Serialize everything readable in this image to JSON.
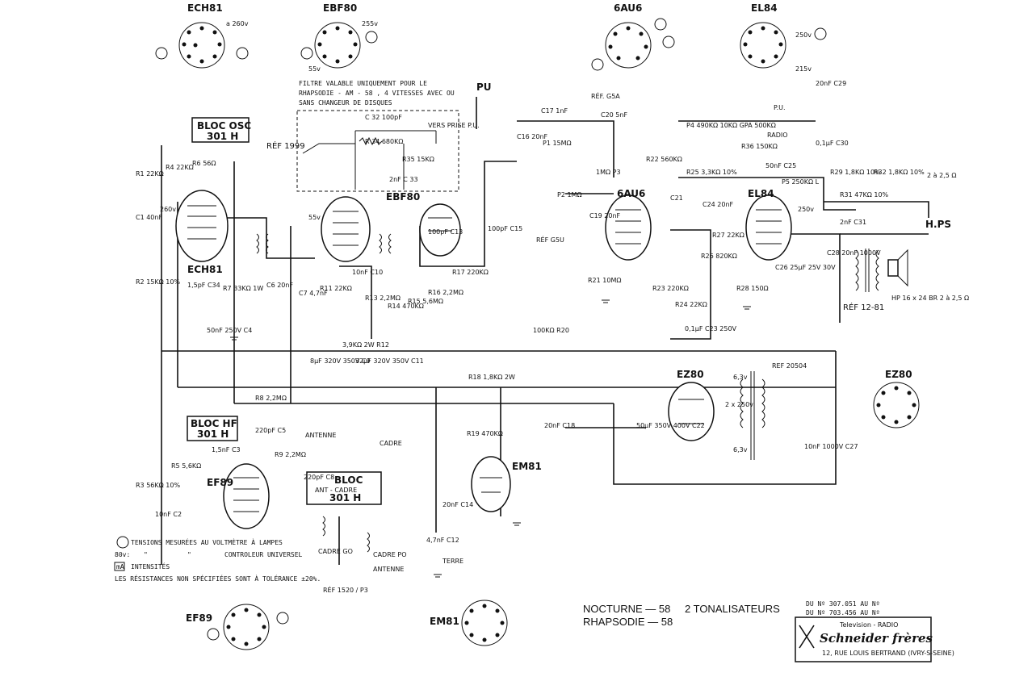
{
  "tubes": {
    "ech81": "ECH81",
    "ebf80": "EBF80",
    "au6": "6AU6",
    "el84": "EL84",
    "ez80": "EZ80",
    "ef89": "EF89",
    "em81": "EM81"
  },
  "blocks": {
    "bloc_osc_1": "BLOC OSC",
    "bloc_osc_2": "301 H",
    "bloc_hf_1": "BLOC HF",
    "bloc_hf_2": "301 H",
    "bloc_ant_1": "BLOC",
    "bloc_ant_2": "ANT - CADRE",
    "bloc_ant_3": "301 H"
  },
  "filter_note": [
    "FILTRE VALABLE UNIQUEMENT POUR LE",
    "RHAPSODIE - AM - 58 , 4 VITESSES AVEC OU",
    "SANS CHANGEUR DE DISQUES"
  ],
  "labels": {
    "pu": "PU",
    "pu2": "P.U.",
    "radio": "RADIO",
    "ref_1999": "RÉF 1999",
    "ref_12_81": "RÉF 12-81",
    "ref_20504": "REF 20504",
    "ref_1520": "RÉF 1520 / P3",
    "ref_g5a": "RÉF. G5A",
    "ref_g5u": "RÉF G5U",
    "antenne": "ANTENNE",
    "cadre": "CADRE",
    "terre": "TERRE",
    "antenne2": "ANTENNE",
    "cadre_go": "CADRE GO",
    "cadre_po": "CADRE PO",
    "vers_prise": "VERS PRISE P.U.",
    "hps": "H.PS",
    "hp": "HP 16 x 24 BR 2 à 2,5 Ω",
    "hp_imp": "2 à 2,5 Ω",
    "voltage_260": "260v",
    "voltage_250": "250v",
    "voltage_55": "55v",
    "heater_63a": "6,3v",
    "heater_63b": "6,3v",
    "xformer": "2 x 250v"
  },
  "components": {
    "r1": "R1 22KΩ",
    "r2": "R2 15KΩ 10%",
    "r3": "R3 56KΩ 10%",
    "r4": "R4 22KΩ",
    "r5": "R5 5,6KΩ",
    "r6": "R6 56Ω",
    "r7": "R7 33KΩ 1W",
    "r8": "R8 2,2MΩ",
    "r9": "R9 2,2MΩ",
    "r11": "R11 22KΩ",
    "r13": "R13 2,2MΩ",
    "r14": "R14 470KΩ",
    "r15": "R15 5,6MΩ",
    "r16": "R16 2,2MΩ",
    "r17": "R17 220KΩ",
    "r18": "R18 1,8KΩ 2W",
    "r19": "R19 470KΩ",
    "r20": "100KΩ R20",
    "r21": "R21 10MΩ",
    "r22": "R22 560KΩ",
    "r23": "R23 220KΩ",
    "r24": "R24 22KΩ",
    "r25": "R25 3,3KΩ 10%",
    "r26": "R26 820KΩ",
    "r27": "R27 22KΩ",
    "r28": "R28 150Ω",
    "r29": "R29 1,8KΩ 10%",
    "r31": "R31 47KΩ 10%",
    "r32": "R32 1,8KΩ 10%",
    "r34": "R 34 680KΩ",
    "r35": "R35 15KΩ",
    "r36": "R36 150KΩ",
    "p1": "P1 15MΩ",
    "p2": "P2 1MΩ",
    "p3": "1MΩ P3",
    "p4": "P4 490KΩ 10KΩ GPA 500KΩ",
    "p5": "P5 250KΩ L",
    "r12": "3,9KΩ 2W R12",
    "c1": "C1 40nF",
    "c3": "1,5nF C3",
    "c4": "50nF 250V C4",
    "c5": "220pF C5",
    "c6": "C6 20nF",
    "c7": "C7 4,7nF",
    "c8": "220pF C8",
    "c9": "8µF 320V 350V C9",
    "c10": "10nF C10",
    "c11": "32µF 320V 350V C11",
    "c12": "4,7nF C12",
    "c13": "100pF C13",
    "c14": "20nF C14",
    "c15": "100pF C15",
    "c16": "C16 20nF",
    "c17": "C17 1nF",
    "c18": "20nF C18",
    "c19": "C19 20nF",
    "c20": "C20 5nF",
    "c21": "C21",
    "c22": "50µF 350V 400V C22",
    "c23": "0,1µF C23 250V",
    "c24": "C24 20nF",
    "c25": "50nF C25",
    "c26": "C26 25µF 25V 30V",
    "c27": "10nF 1000V C27",
    "c28": "C28 20nF 1000V",
    "c29": "20nF C29",
    "c30": "0,1µF C30",
    "c31": "2nF C31",
    "c32": "C 32 100pF",
    "c33": "2nF C 33",
    "c34": "1,5pF C34",
    "c2": "10nF C2"
  },
  "legend": [
    "TENSIONS MESURÉES AU VOLTMÈTRE À LAMPES",
    "CONTROLEUR UNIVERSEL",
    "INTENSITÉS",
    "LES RÉSISTANCES NON SPÉCIFIÉES SONT À TOLÉRANCE ±20%."
  ],
  "legend_marks": [
    "80v:",
    "\"",
    "\"",
    "mA"
  ],
  "models": {
    "line1": "NOCTURNE — 58",
    "line1b": "2 TONALISATEURS",
    "line2": "RHAPSODIE — 58"
  },
  "serials": {
    "line1": "DU Nº 307.051 AU Nº",
    "line2": "DU Nº 703.456 AU Nº"
  },
  "maker": {
    "tag": "Television - RADIO",
    "name": "Schneider frères",
    "addr": "12, RUE LOUIS BERTRAND (IVRY-S-SEINE)"
  }
}
